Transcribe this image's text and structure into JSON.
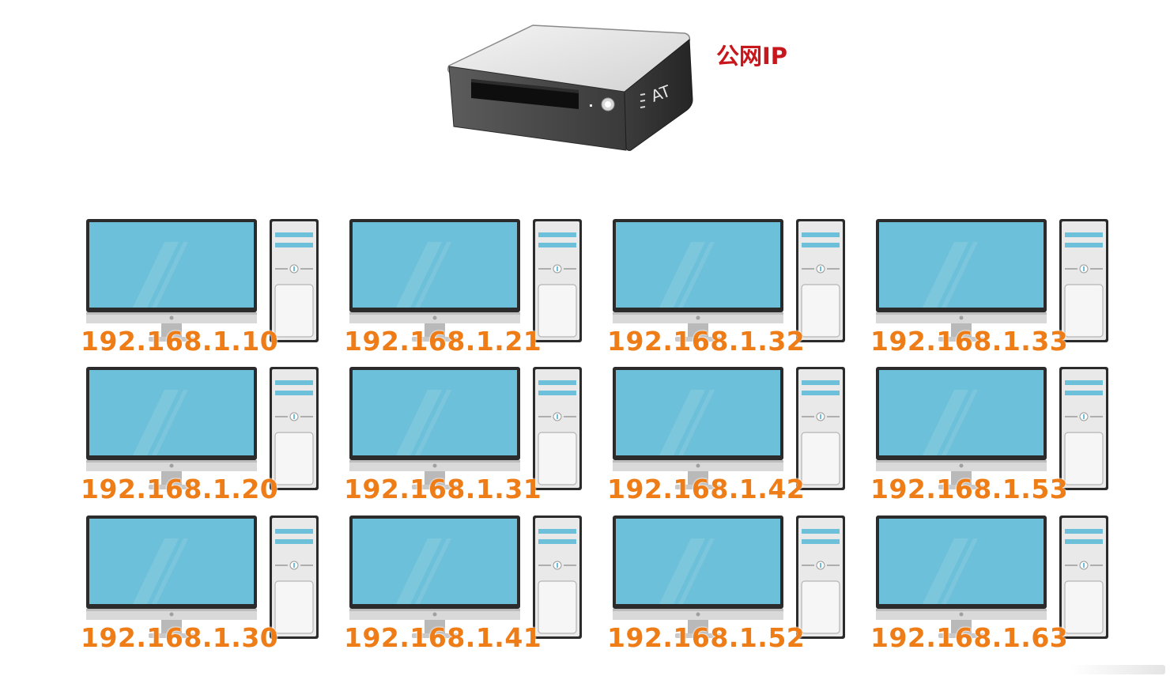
{
  "router": {
    "label": "公网IP",
    "front_text": "AT",
    "label_color": "#c8161d"
  },
  "label_color": "#ee7d18",
  "screen_color": "#6cc0d9",
  "workstations": [
    {
      "ip": "192.168.1.10"
    },
    {
      "ip": "192.168.1.21"
    },
    {
      "ip": "192.168.1.32"
    },
    {
      "ip": "192.168.1.33"
    },
    {
      "ip": "192.168.1.20"
    },
    {
      "ip": "192.168.1.31"
    },
    {
      "ip": "192.168.1.42"
    },
    {
      "ip": "192.168.1.53"
    },
    {
      "ip": "192.168.1.30"
    },
    {
      "ip": "192.168.1.41"
    },
    {
      "ip": "192.168.1.52"
    },
    {
      "ip": "192.168.1.63"
    }
  ]
}
